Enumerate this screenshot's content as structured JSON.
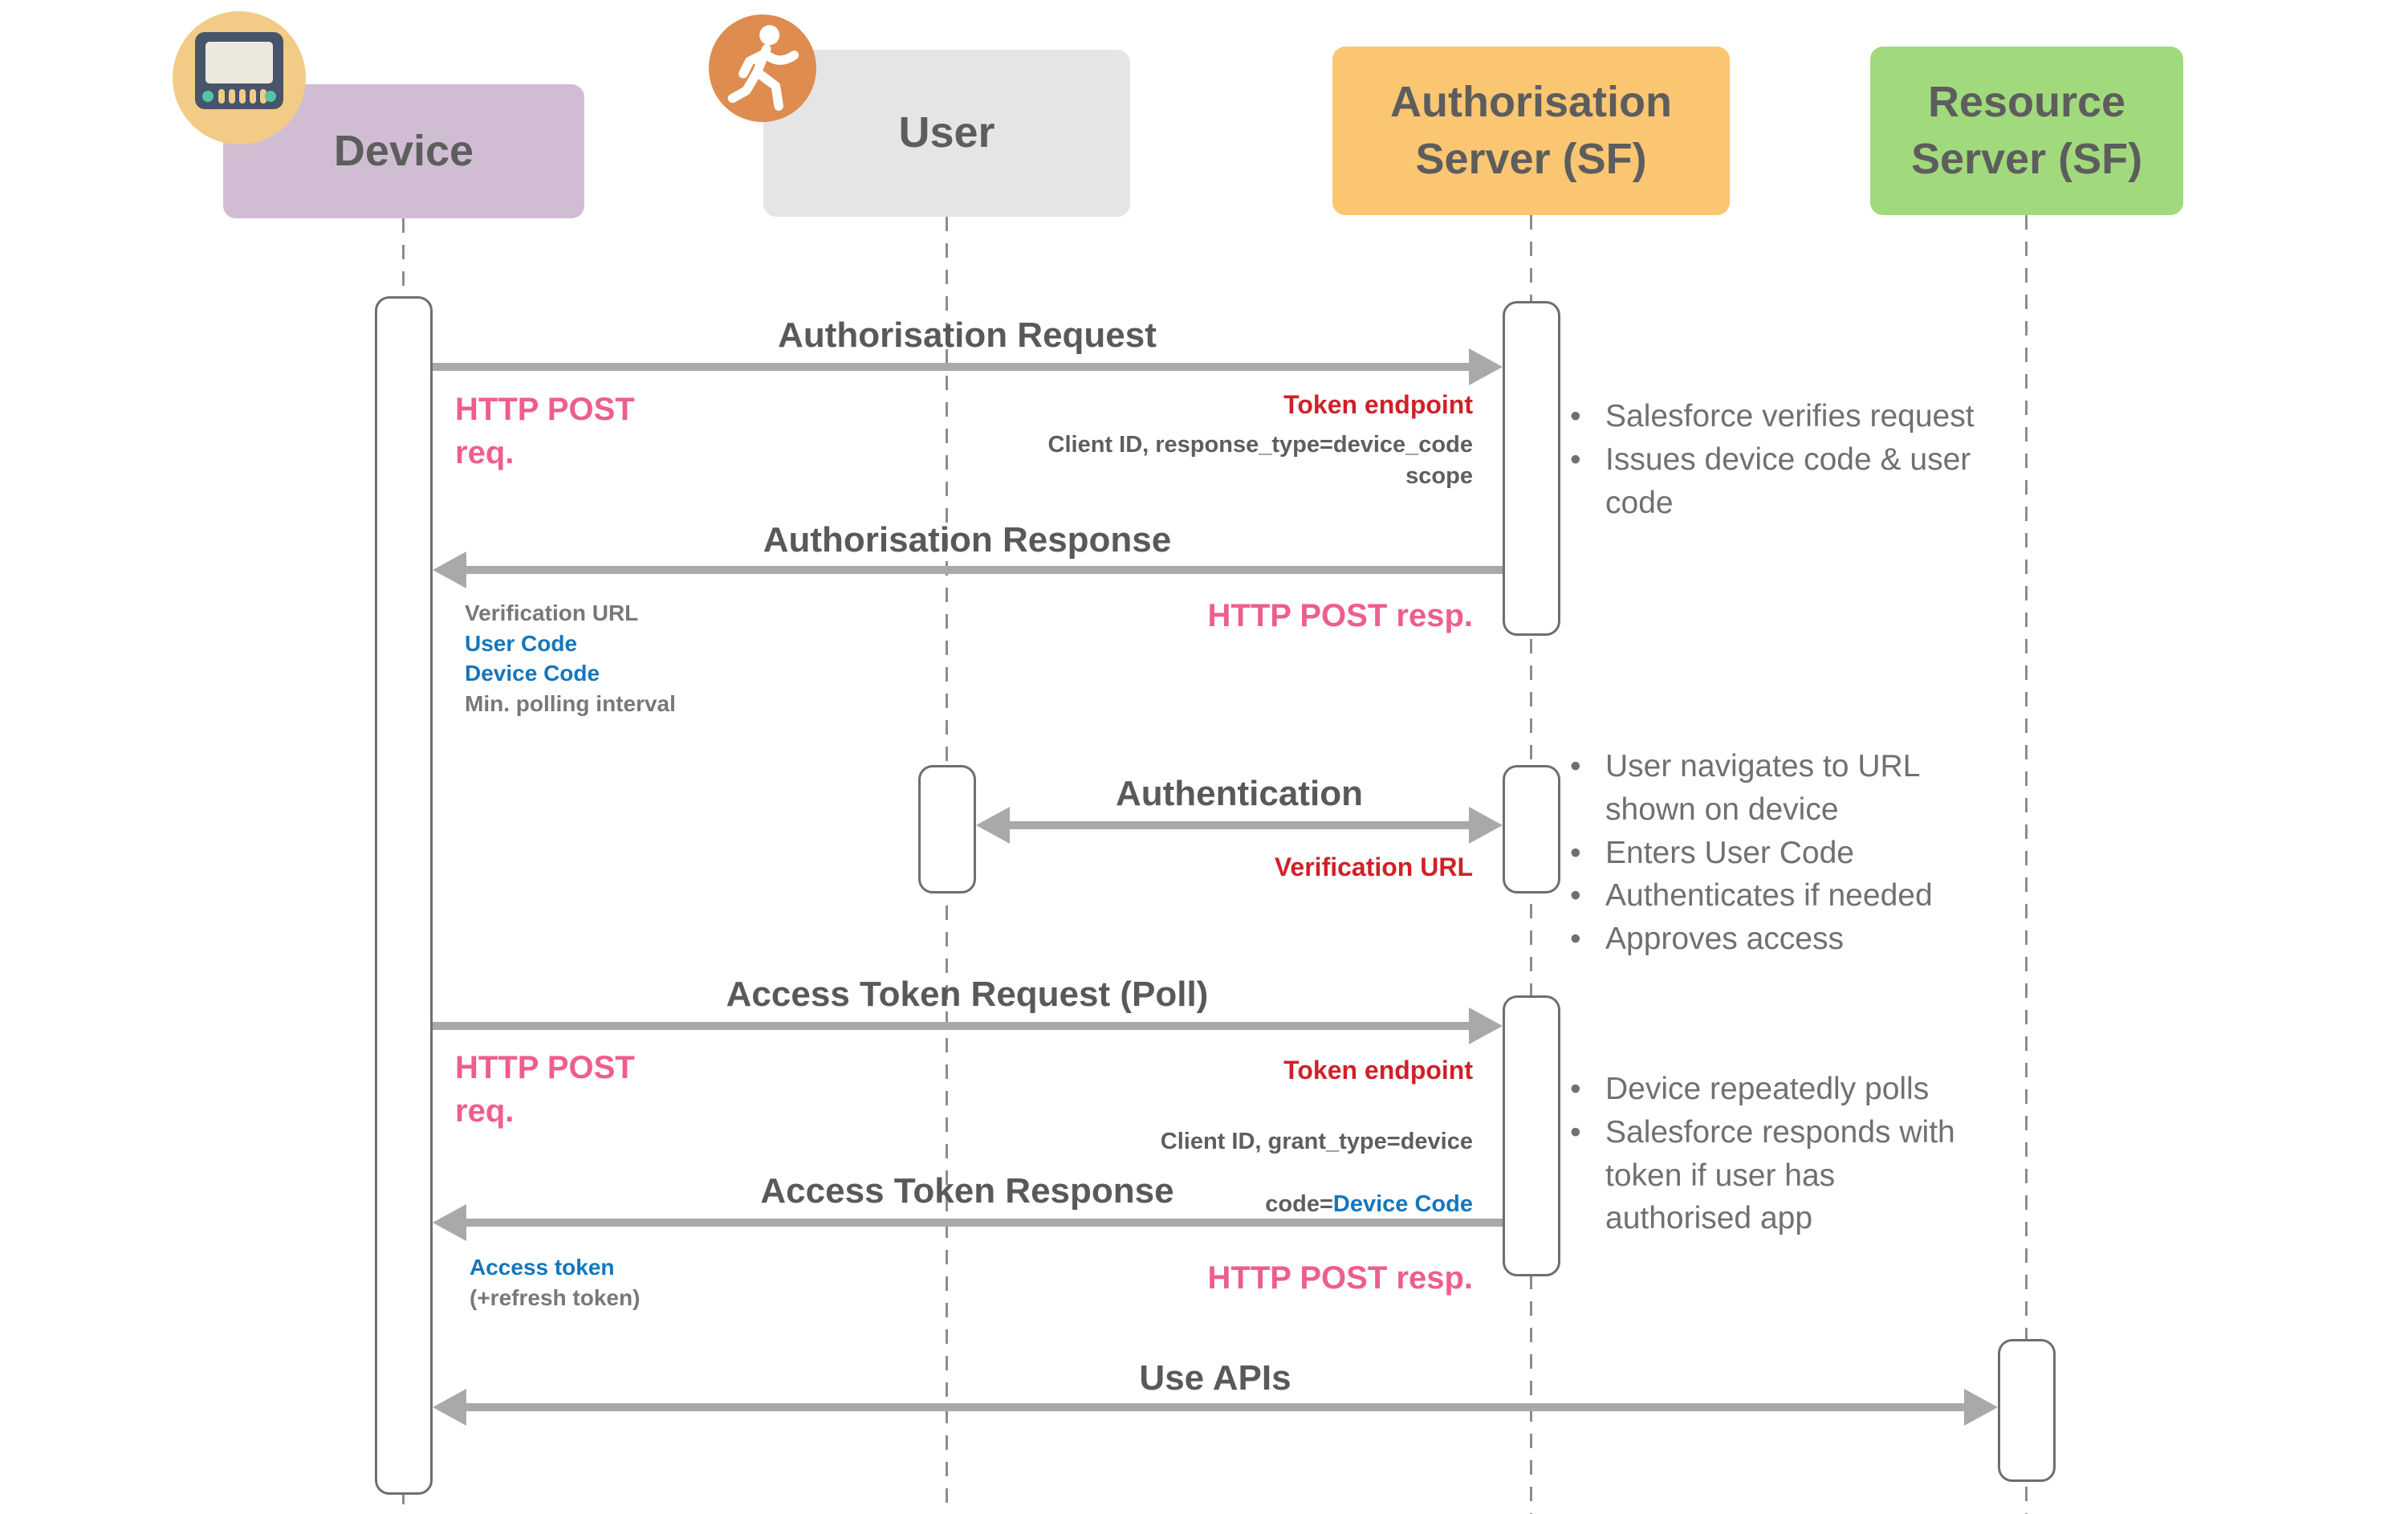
{
  "diagram_title": "OAuth 2.0 Device Flow sequence (Salesforce)",
  "colors": {
    "device_box": "#d0bdd3",
    "user_box": "#e6e5e5",
    "auth_server_box": "#fbc672",
    "resource_server_box": "#a1da7d",
    "arrow": "#a9a9a9",
    "title_text": "#595959",
    "note_text": "#707070",
    "pink_label": "#ee5e8d",
    "red_label": "#cf2128",
    "blue_label": "#1377bb",
    "device_icon_circle": "#f2cb87",
    "device_icon_body": "#475469",
    "device_icon_teal": "#57c3a4",
    "user_icon_circle": "#de8c4f"
  },
  "actors": {
    "device": "Device",
    "user": "User",
    "auth": "Authorisation Server (SF)",
    "resource": "Resource Server (SF)"
  },
  "messages": {
    "m1": {
      "title": "Authorisation Request",
      "left": "HTTP POST\nreq.",
      "endpoint": "Token endpoint",
      "params": "Client ID, response_type=device_code\nscope"
    },
    "m2": {
      "title": "Authorisation Response",
      "lines": [
        "Verification URL",
        "User Code",
        "Device Code",
        "Min. polling interval"
      ],
      "resp": "HTTP POST resp."
    },
    "m3": {
      "title": "Authentication",
      "url": "Verification URL"
    },
    "m4": {
      "title": "Access Token Request (Poll)",
      "left": "HTTP POST\nreq.",
      "endpoint": "Token endpoint",
      "params_line1": "Client ID, grant_type=device",
      "params_prefix": "code=",
      "params_value": "Device Code"
    },
    "m5": {
      "title": "Access Token Response",
      "token": "Access token",
      "refresh": "(+refresh token)",
      "resp": "HTTP POST resp."
    },
    "m6": {
      "title": "Use APIs"
    }
  },
  "notes": {
    "n1": {
      "items": [
        "Salesforce verifies request",
        "Issues device code & user code"
      ]
    },
    "n2": {
      "items": [
        "User navigates to URL shown on device",
        "Enters User Code",
        "Authenticates if needed",
        "Approves access"
      ]
    },
    "n3": {
      "items": [
        "Device repeatedly polls",
        "Salesforce responds with token if user has authorised app"
      ]
    }
  }
}
